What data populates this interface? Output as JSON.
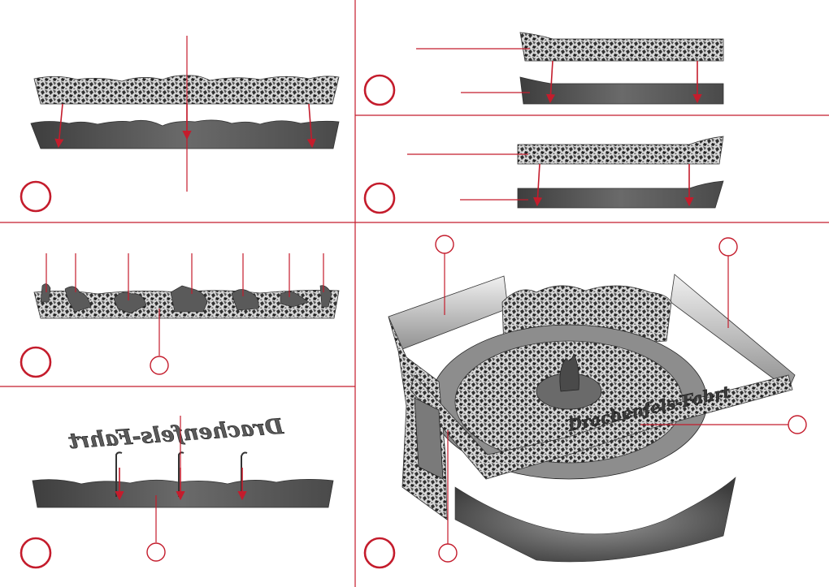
{
  "colors": {
    "accent": "#c41c2c",
    "panel_dark": "#4a4a4a",
    "panel_light": "#b8b8b8"
  },
  "sign": {
    "text": "Drachenfels-Fahrt"
  },
  "step_markers": [
    {
      "id": "step-top-left-marker"
    },
    {
      "id": "step-top-right-upper-marker"
    },
    {
      "id": "step-top-right-lower-marker"
    },
    {
      "id": "step-middle-left-marker"
    },
    {
      "id": "step-bottom-left-marker"
    },
    {
      "id": "step-bottom-right-marker"
    }
  ]
}
